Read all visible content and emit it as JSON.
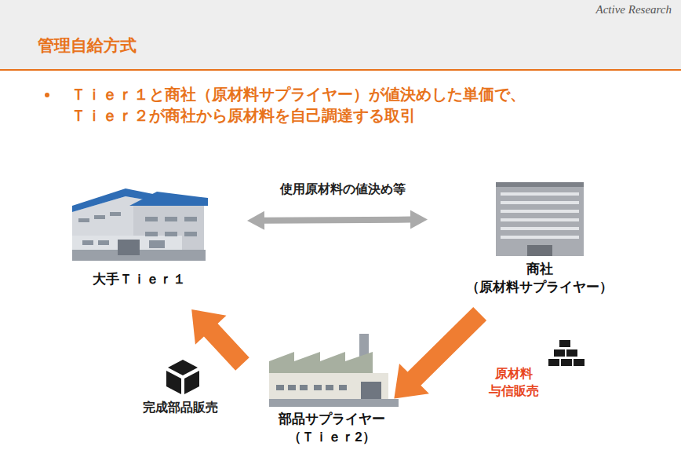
{
  "diagram": {
    "title": "管理自給方式",
    "nodes": [
      {
        "text": [
          "大手Ｔｉｅｒ１"
        ]
      },
      {
        "text": [
          "商社 （原材料サプライヤー）"
        ]
      },
      {
        "text": [
          "部品サプライヤー （Ｔｉｅｒ2）"
        ]
      }
    ],
    "edges": [
      {
        "from": 0,
        "to": 1,
        "label": "使用原材料の値決め等",
        "arrow": "both"
      },
      {
        "from": 1,
        "to": 2,
        "label": "原材料 与信販売",
        "arrow": "to"
      },
      {
        "from": 2,
        "to": 0,
        "label": "完成部品販売",
        "arrow": "to"
      }
    ],
    "labels": [
      "Active Research",
      "Ｔｉｅｒ１と商社（原材料サプライヤー）が値決めした単価で、 Ｔｉｅｒ２が商社から原材料を自己調達する取引"
    ]
  }
}
